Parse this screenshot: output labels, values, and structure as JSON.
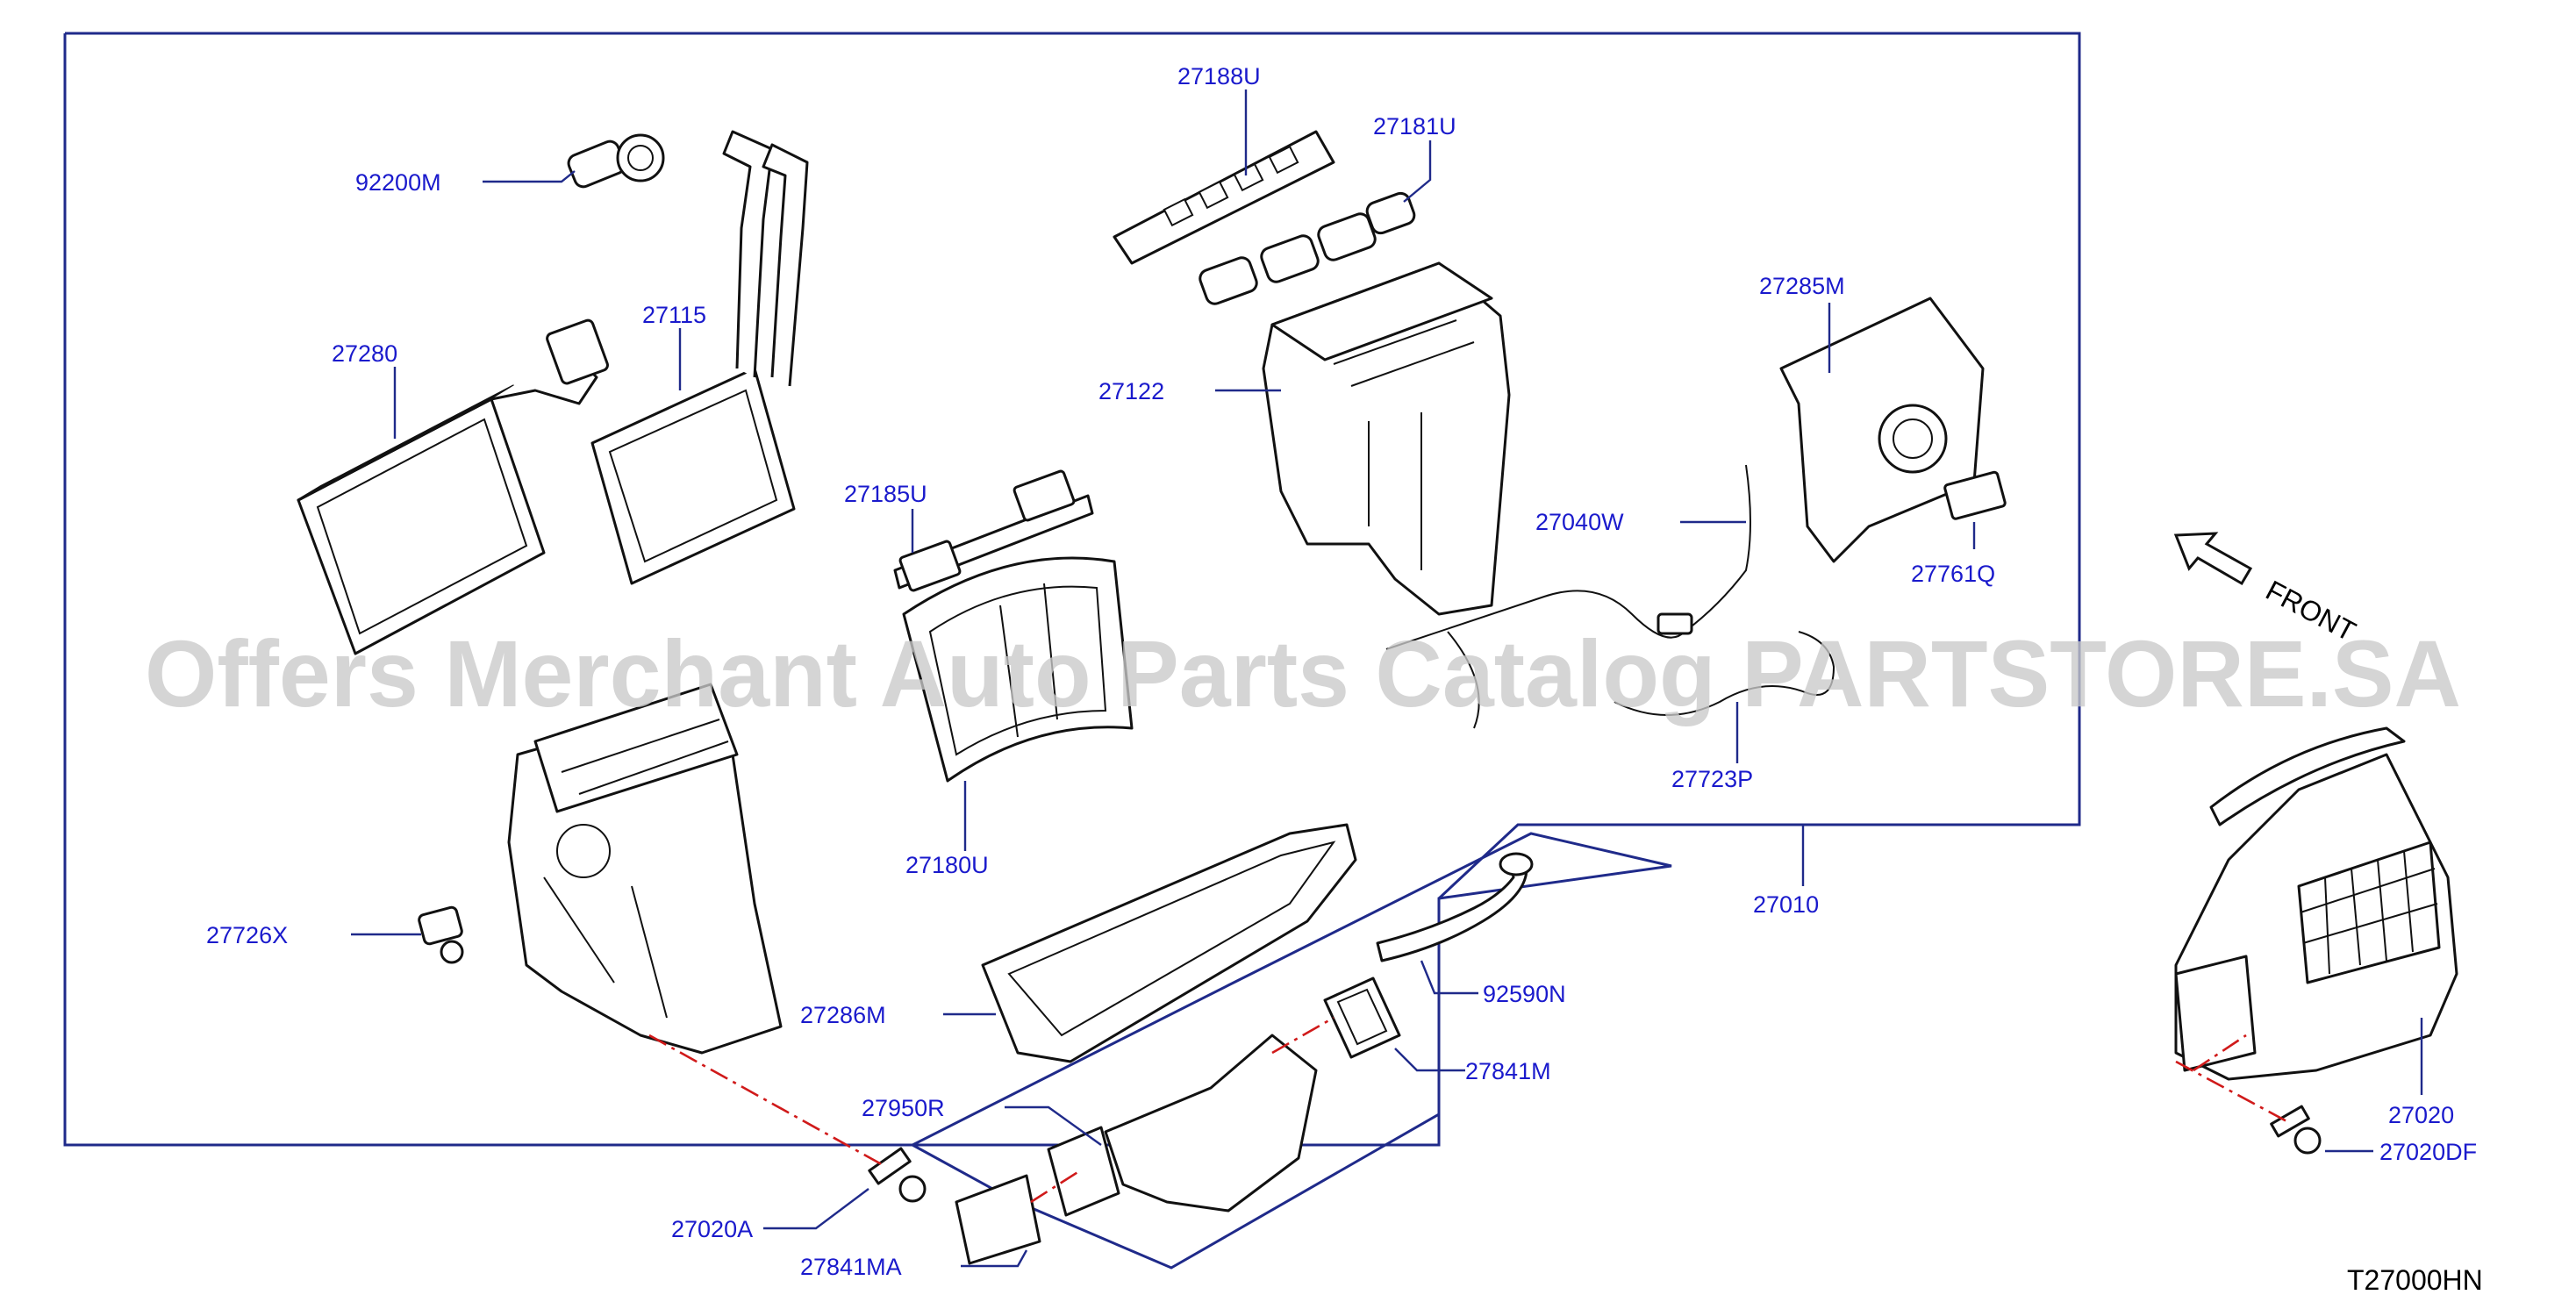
{
  "watermark": "Offers Merchant Auto Parts Catalog PARTSTORE.SA",
  "diagram_code": "T27000HN",
  "front_label": "FRONT",
  "colors": {
    "label": "#1a1acc",
    "frame": "#1f2a8a",
    "dash": "#d01a1a"
  },
  "parts": {
    "p92200M": "92200M",
    "p27280": "27280",
    "p27115": "27115",
    "p27188U": "27188U",
    "p27181U": "27181U",
    "p27122": "27122",
    "p27185U": "27185U",
    "p27285M": "27285M",
    "p27040W": "27040W",
    "p27761Q": "27761Q",
    "p27723P": "27723P",
    "p27180U": "27180U",
    "p27010": "27010",
    "p27726X": "27726X",
    "p92590N": "92590N",
    "p27286M": "27286M",
    "p27841M": "27841M",
    "p27950R": "27950R",
    "p27020A": "27020A",
    "p27841MA": "27841MA",
    "p27020": "27020",
    "p27020DF": "27020DF"
  }
}
